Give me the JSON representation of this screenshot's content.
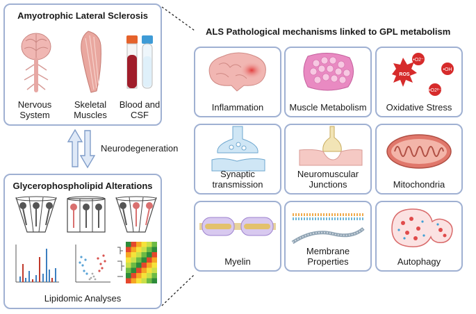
{
  "als_panel": {
    "title": "Amyotrophic Lateral Sclerosis",
    "items": [
      "Nervous System",
      "Skeletal Muscles",
      "Blood and CSF"
    ]
  },
  "arrow_label": "Neurodegeneration",
  "gpl_panel": {
    "title": "Glycerophospholipid Alterations",
    "footer": "Lipidomic Analyses"
  },
  "mechanisms": {
    "heading": "ALS Pathological mechanisms linked to GPL metabolism",
    "cells": [
      "Inflammation",
      "Muscle Metabolism",
      "Oxidative Stress",
      "Synaptic transmission",
      "Neuromuscular Junctions",
      "Mitochondria",
      "Myelin",
      "Membrane Properties",
      "Autophagy"
    ]
  },
  "ros": {
    "label": "ROS",
    "radicals": [
      "•O2⁻",
      "•OH",
      "•O2²⁻"
    ]
  },
  "colors": {
    "border": "#9fb0d2",
    "brain_pink": "#f0b7b3",
    "blood_red": "#a01d2a",
    "ros_red": "#d62b2b"
  }
}
